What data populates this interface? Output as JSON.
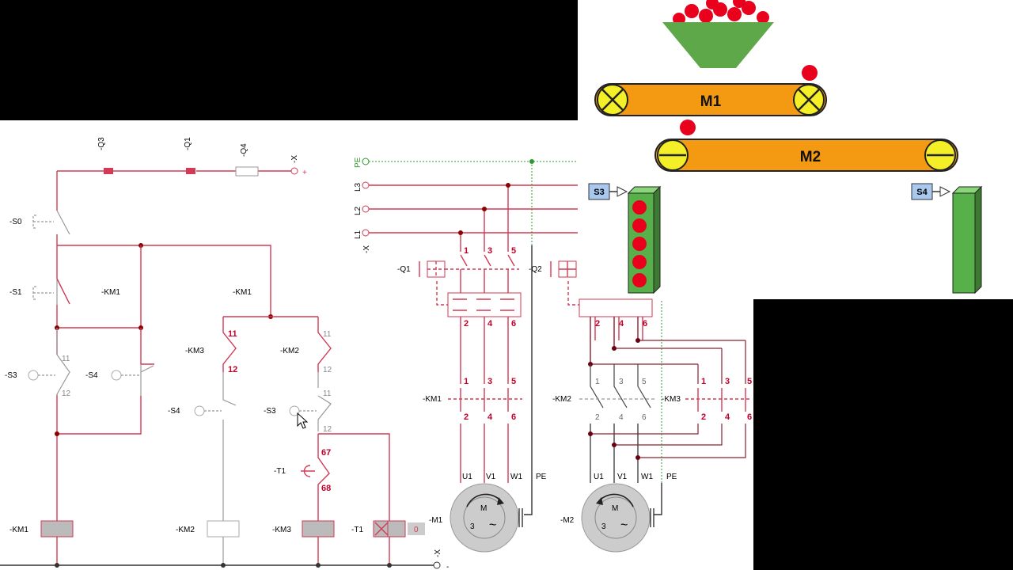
{
  "control": {
    "top_labels": [
      "-Q3",
      "-Q1",
      "-Q4",
      "-X"
    ],
    "plus": "+",
    "minus": "-",
    "contact_labels": {
      "s0": "-S0",
      "s1": "-S1",
      "km1_a": "-KM1",
      "km1_b": "-KM1",
      "s3_a": "-S3",
      "s4_a": "-S4",
      "km3": "-KM3",
      "km2": "-KM2",
      "s4_b": "-S4",
      "s3_b": "-S3",
      "t1": "-T1"
    },
    "contact_numbers": {
      "km3_top": "11",
      "km3_bot": "12",
      "s3_top": "11",
      "s3_bot": "12",
      "km2_top": "11",
      "km2_bot": "12",
      "s3b_top": "11",
      "s3b_bot": "12",
      "t1_top": "67",
      "t1_bot": "68"
    },
    "coil_labels": [
      "-KM1",
      "-KM2",
      "-KM3",
      "-T1"
    ],
    "timer_value": "0",
    "x_bottom": "-X"
  },
  "power": {
    "terminals": [
      "PE",
      "L3",
      "L2",
      "L1"
    ],
    "x_label": "-X",
    "breakers": [
      "-Q1",
      "-Q2"
    ],
    "q1_numbers_top": [
      "1",
      "3",
      "5"
    ],
    "q1_numbers_bot": [
      "2",
      "4",
      "6"
    ],
    "q2_numbers_bot": [
      "2",
      "4",
      "6"
    ],
    "contactors": [
      "-KM1",
      "-KM2",
      "-KM3"
    ],
    "km1_top": [
      "1",
      "3",
      "5"
    ],
    "km1_bot": [
      "2",
      "4",
      "6"
    ],
    "km2_top": [
      "1",
      "3",
      "5"
    ],
    "km2_bot": [
      "2",
      "4",
      "6"
    ],
    "km3_top": [
      "1",
      "3",
      "5"
    ],
    "km3_bot": [
      "2",
      "4",
      "6"
    ],
    "motor_terms": [
      "U1",
      "V1",
      "W1",
      "PE"
    ],
    "motors": [
      "-M1",
      "-M2"
    ],
    "motor_letter": "M",
    "motor_phase": "3",
    "motor_wave": "~"
  },
  "animation": {
    "belt1": "M1",
    "belt2": "M2",
    "sensor_a": "S3",
    "sensor_b": "S4",
    "belt_color": "#f49a12",
    "roller_color": "#f5ef27",
    "hopper_color": "#5fa84a",
    "ball_color": "#e8001c",
    "bin_color": "#58b04a",
    "sensor_color": "#a8c8ee",
    "wire_color": "#d23a55"
  }
}
